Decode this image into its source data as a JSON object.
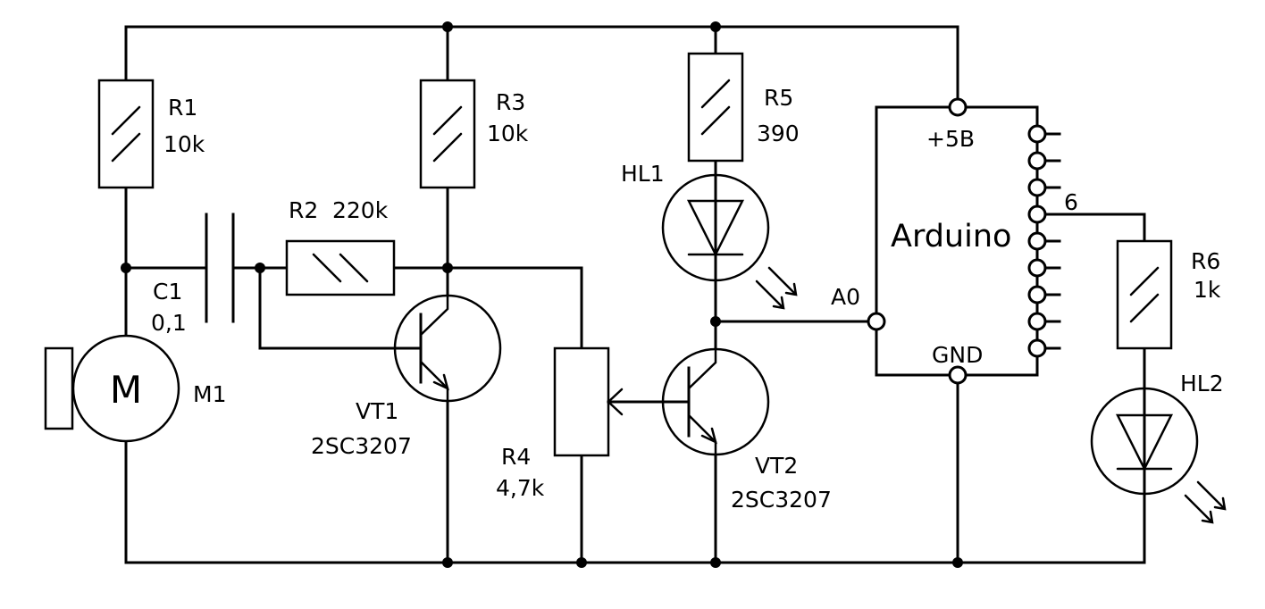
{
  "title": "Arduino sound detector schematic",
  "components": {
    "r1": {
      "ref": "R1",
      "value": "10k"
    },
    "r2": {
      "ref": "R2",
      "value": "220k"
    },
    "r3": {
      "ref": "R3",
      "value": "10k"
    },
    "r4": {
      "ref": "R4",
      "value": "4,7k"
    },
    "r5": {
      "ref": "R5",
      "value": "390"
    },
    "r6": {
      "ref": "R6",
      "value": "1k"
    },
    "c1": {
      "ref": "C1",
      "value": "0,1"
    },
    "m1": {
      "ref": "M1",
      "symbol": "M"
    },
    "vt1": {
      "ref": "VT1",
      "part": "2SC3207"
    },
    "vt2": {
      "ref": "VT2",
      "part": "2SC3207"
    },
    "hl1": {
      "ref": "HL1"
    },
    "hl2": {
      "ref": "HL2"
    }
  },
  "arduino": {
    "name": "Arduino",
    "pins": {
      "power": "+5B",
      "ground": "GND",
      "analog": "A0",
      "digital": "6"
    },
    "digital_pin_count": 9
  },
  "icons": {
    "resistor": "resistor-icon",
    "capacitor": "capacitor-icon",
    "microphone": "microphone-icon",
    "transistor": "npn-transistor-icon",
    "led": "led-icon",
    "potentiometer": "potentiometer-icon",
    "junction": "junction-dot-icon",
    "pin": "pin-circle-icon"
  }
}
